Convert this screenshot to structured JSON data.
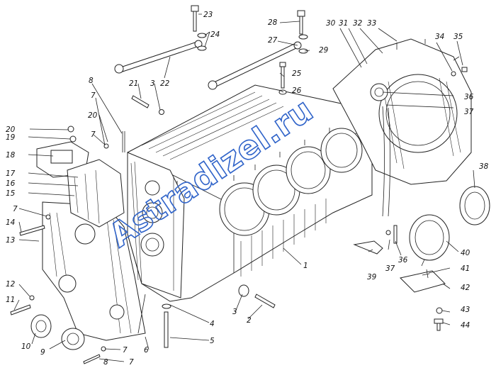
{
  "watermark": {
    "text": "Astradizel.ru",
    "color": "#2f63c9"
  },
  "callouts": [
    {
      "id": "c1",
      "text": "1"
    },
    {
      "id": "c2",
      "text": "2"
    },
    {
      "id": "c3a",
      "text": "3"
    },
    {
      "id": "c3b",
      "text": "3"
    },
    {
      "id": "c4",
      "text": "4"
    },
    {
      "id": "c5",
      "text": "5"
    },
    {
      "id": "c6",
      "text": "6"
    },
    {
      "id": "c7a",
      "text": "7"
    },
    {
      "id": "c7b",
      "text": "7"
    },
    {
      "id": "c7c",
      "text": "7"
    },
    {
      "id": "c7d",
      "text": "7"
    },
    {
      "id": "c7e",
      "text": "7"
    },
    {
      "id": "c8a",
      "text": "8"
    },
    {
      "id": "c8b",
      "text": "8"
    },
    {
      "id": "c9",
      "text": "9"
    },
    {
      "id": "c10",
      "text": "10"
    },
    {
      "id": "c11",
      "text": "11"
    },
    {
      "id": "c12",
      "text": "12"
    },
    {
      "id": "c13",
      "text": "13"
    },
    {
      "id": "c14",
      "text": "14"
    },
    {
      "id": "c15",
      "text": "15"
    },
    {
      "id": "c16",
      "text": "16"
    },
    {
      "id": "c17",
      "text": "17"
    },
    {
      "id": "c18",
      "text": "18"
    },
    {
      "id": "c19",
      "text": "19"
    },
    {
      "id": "c20a",
      "text": "20"
    },
    {
      "id": "c20b",
      "text": "20"
    },
    {
      "id": "c21",
      "text": "21"
    },
    {
      "id": "c22",
      "text": "22"
    },
    {
      "id": "c23",
      "text": "23"
    },
    {
      "id": "c24",
      "text": "24"
    },
    {
      "id": "c25",
      "text": "25"
    },
    {
      "id": "c26",
      "text": "26"
    },
    {
      "id": "c27",
      "text": "27"
    },
    {
      "id": "c28",
      "text": "28"
    },
    {
      "id": "c29",
      "text": "29"
    },
    {
      "id": "c30",
      "text": "30"
    },
    {
      "id": "c31",
      "text": "31"
    },
    {
      "id": "c32",
      "text": "32"
    },
    {
      "id": "c33",
      "text": "33"
    },
    {
      "id": "c34",
      "text": "34"
    },
    {
      "id": "c35",
      "text": "35"
    },
    {
      "id": "c36a",
      "text": "36"
    },
    {
      "id": "c36b",
      "text": "36"
    },
    {
      "id": "c37a",
      "text": "37"
    },
    {
      "id": "c37b",
      "text": "37"
    },
    {
      "id": "c38",
      "text": "38"
    },
    {
      "id": "c39",
      "text": "39"
    },
    {
      "id": "c40",
      "text": "40"
    },
    {
      "id": "c41",
      "text": "41"
    },
    {
      "id": "c42",
      "text": "42"
    },
    {
      "id": "c43",
      "text": "43"
    },
    {
      "id": "c44",
      "text": "44"
    }
  ]
}
